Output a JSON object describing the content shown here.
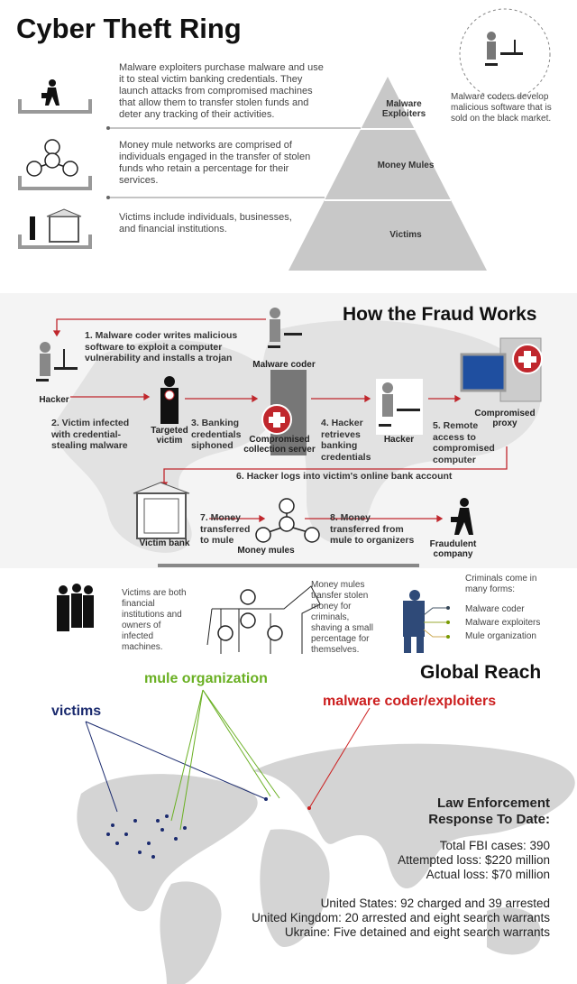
{
  "title": "Cyber Theft Ring",
  "ring": {
    "rows": [
      {
        "text": "Malware exploiters purchase malware and use it to steal victim banking credentials. They launch attacks from compromised machines that allow them to transfer stolen funds and deter any tracking of their activities."
      },
      {
        "text": "Money mule networks are comprised of individuals engaged in the transfer of stolen funds who retain a percentage for their services."
      },
      {
        "text": "Victims include individuals, businesses, and financial institutions."
      }
    ],
    "pyramid": [
      "Malware Exploiters",
      "Money Mules",
      "Victims"
    ],
    "coder_note": "Malware coders develop malicious software that is sold on the black market."
  },
  "fraud": {
    "title": "How the Fraud Works",
    "steps": [
      "1. Malware coder writes malicious software to exploit a computer vulnerability and installs a trojan",
      "2. Victim infected with credential-stealing malware",
      "3. Banking credentials siphoned",
      "4. Hacker retrieves banking credentials",
      "5. Remote access to compromised computer",
      "6. Hacker logs into victim's online bank account",
      "7. Money transferred to mule",
      "8. Money transferred from mule to organizers"
    ],
    "labels": {
      "hacker1": "Hacker",
      "coder": "Malware coder",
      "victim": "Targeted victim",
      "server": "Compromised collection server",
      "hacker2": "Hacker",
      "proxy": "Compromised proxy",
      "bank": "Victim bank",
      "mules": "Money mules",
      "company": "Fraudulent company"
    }
  },
  "notes": {
    "victims": "Victims are both financial institutions and owners of infected machines.",
    "mules": "Money mules transfer stolen money for criminals, shaving a small percentage for themselves.",
    "criminals": "Criminals come in many forms:",
    "forms": [
      "Malware coder",
      "Malware exploiters",
      "Mule organization"
    ]
  },
  "global": {
    "title": "Global Reach",
    "victims": "victims",
    "mule_org": "mule organization",
    "coders": "malware coder/exploiters",
    "colors": {
      "victims": "#1a2a6e",
      "mule_org": "#6ab023",
      "coders": "#cc1f1f"
    }
  },
  "law": {
    "title1": "Law Enforcement",
    "title2": "Response To Date:",
    "stats": [
      "Total FBI cases: 390",
      "Attempted loss: $220 million",
      "Actual loss: $70 million"
    ],
    "countries": [
      "United States: 92 charged and 39 arrested",
      "United Kingdom: 20 arrested and eight search warrants",
      "Ukraine: Five detained and eight search warrants"
    ]
  }
}
